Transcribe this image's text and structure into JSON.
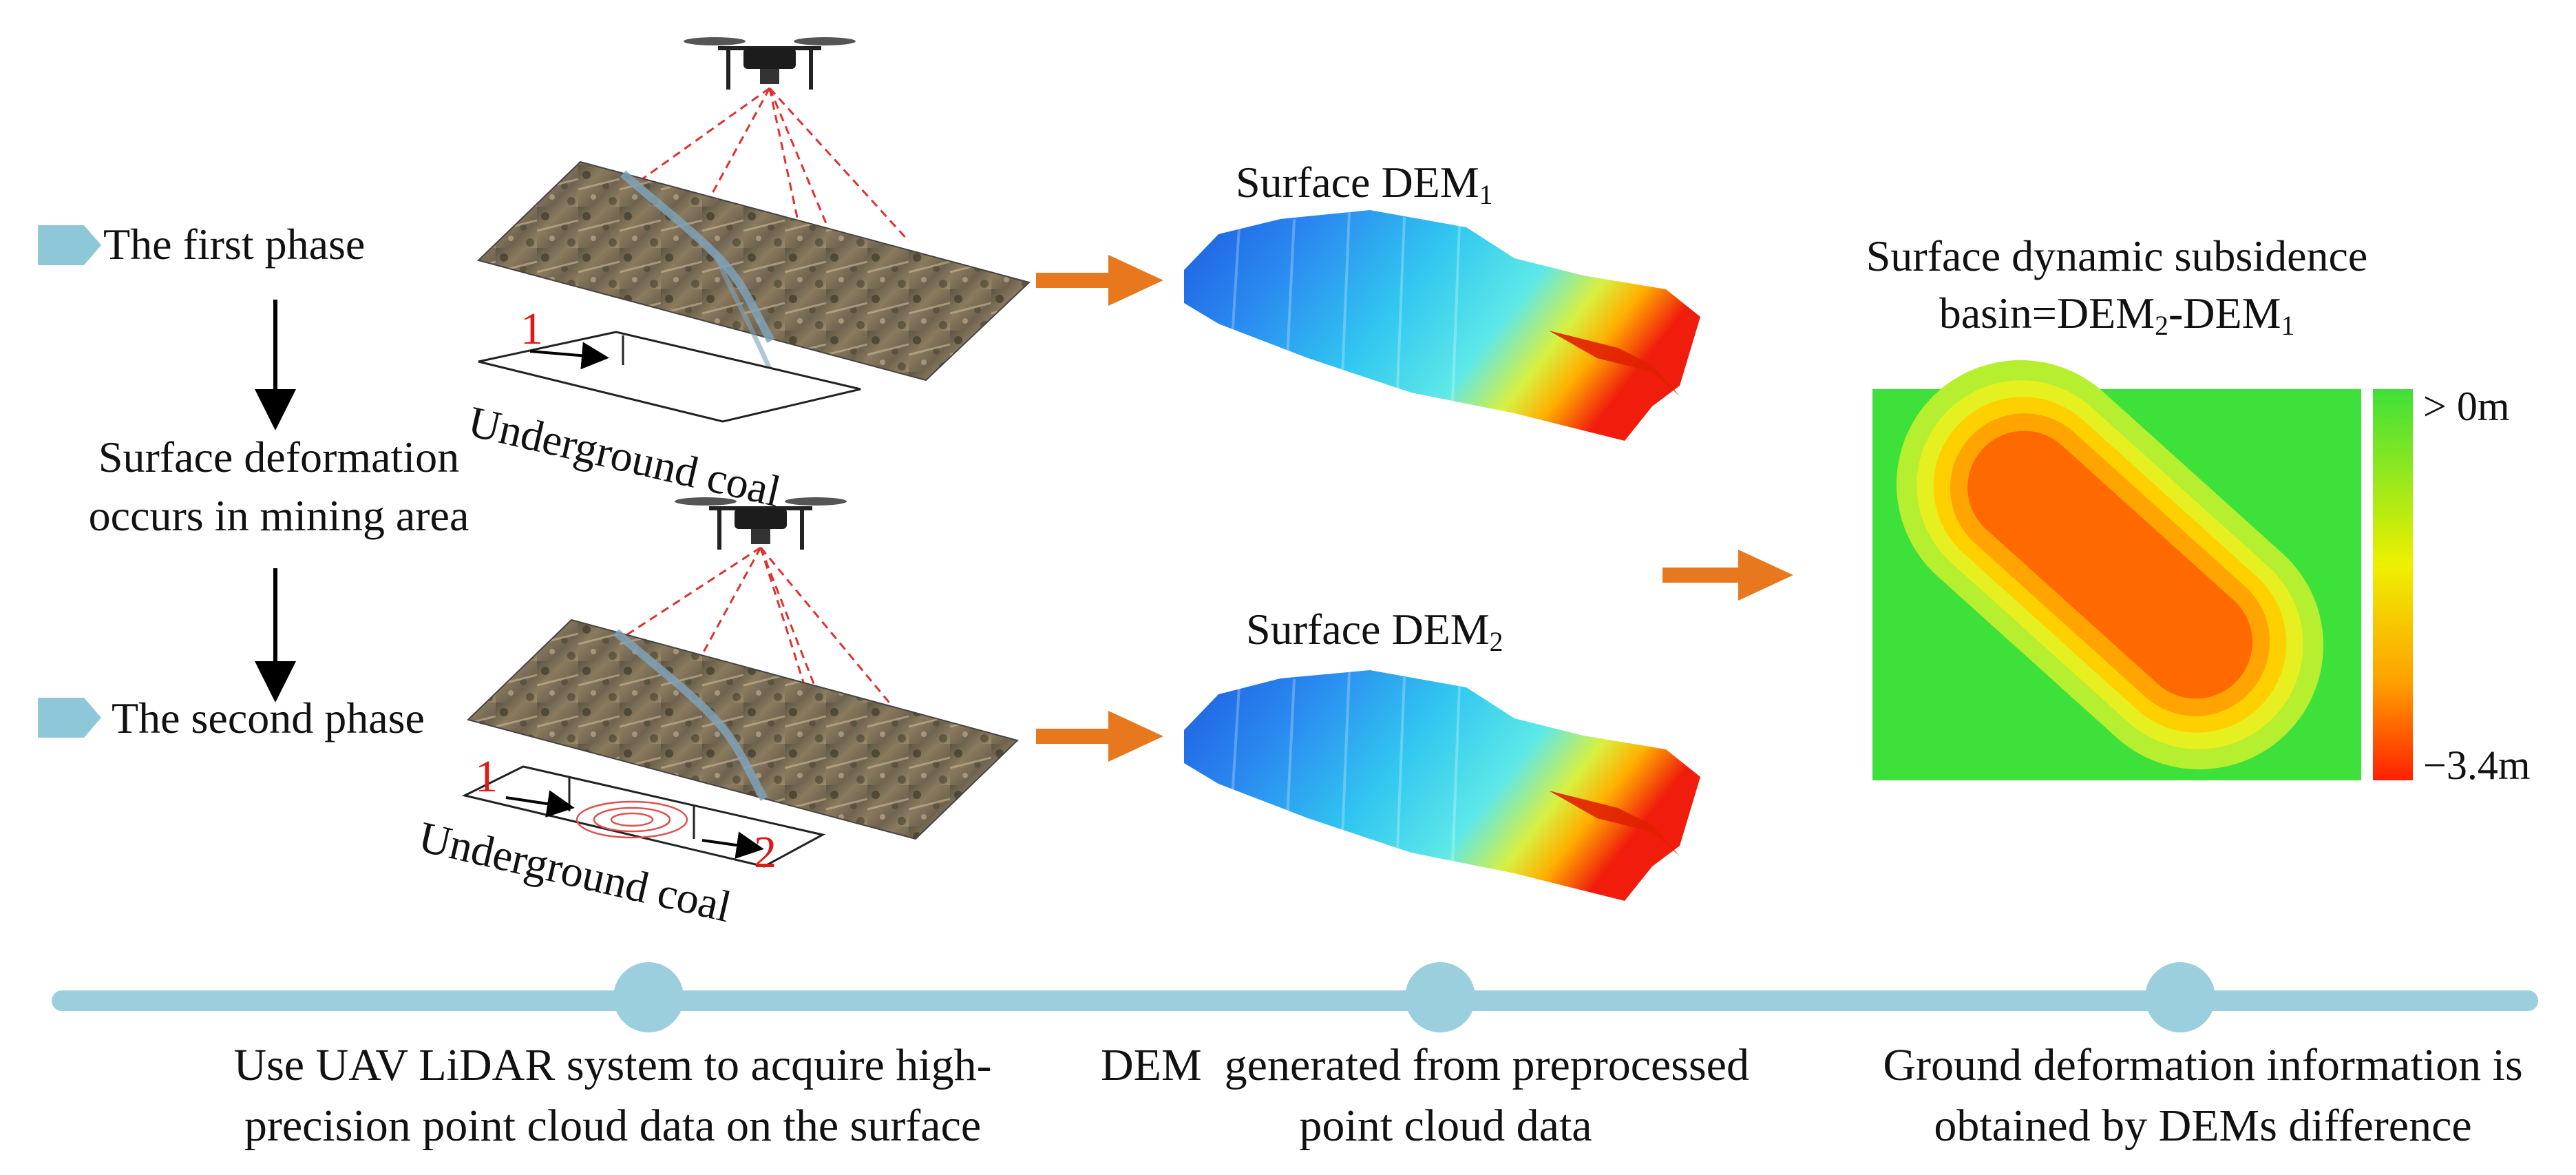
{
  "phases": {
    "first": "The first phase",
    "deformation_line1": "Surface deformation",
    "deformation_line2": "occurs in mining area",
    "second": "The second phase"
  },
  "mining": {
    "top_label": "Underground coal",
    "top_panel_number": "1",
    "bottom_label": "Underground coal",
    "bottom_panel_start": "1",
    "bottom_panel_end": "2"
  },
  "dem": {
    "prefix": "Surface DEM",
    "first_subscript": "1",
    "second_subscript": "2"
  },
  "subsidence": {
    "title_line1": "Surface dynamic subsidence",
    "formula_start": "basin=DEM",
    "formula_sub_a": "2",
    "formula_mid": "-DEM",
    "formula_sub_b": "1",
    "scale_max": "> 0m",
    "scale_min": "−3.4m"
  },
  "timeline": {
    "step1_line1": "Use UAV LiDAR system to acquire high-",
    "step1_line2": "precision point cloud data on the surface",
    "step2_line1": "DEM  generated from preprocessed",
    "step2_line2": "point cloud data",
    "step3_line1": "Ground deformation information is",
    "step3_line2": "obtained by DEMs difference"
  },
  "colors": {
    "timeline": "#9ccfde",
    "arrow_orange": "#e8781e",
    "tag_blue": "#8ec8d8",
    "scan_red": "#e03030",
    "number_red": "#e01818",
    "subsidence_green": "#3ee03a",
    "subsidence_core": "#ff6a00"
  }
}
